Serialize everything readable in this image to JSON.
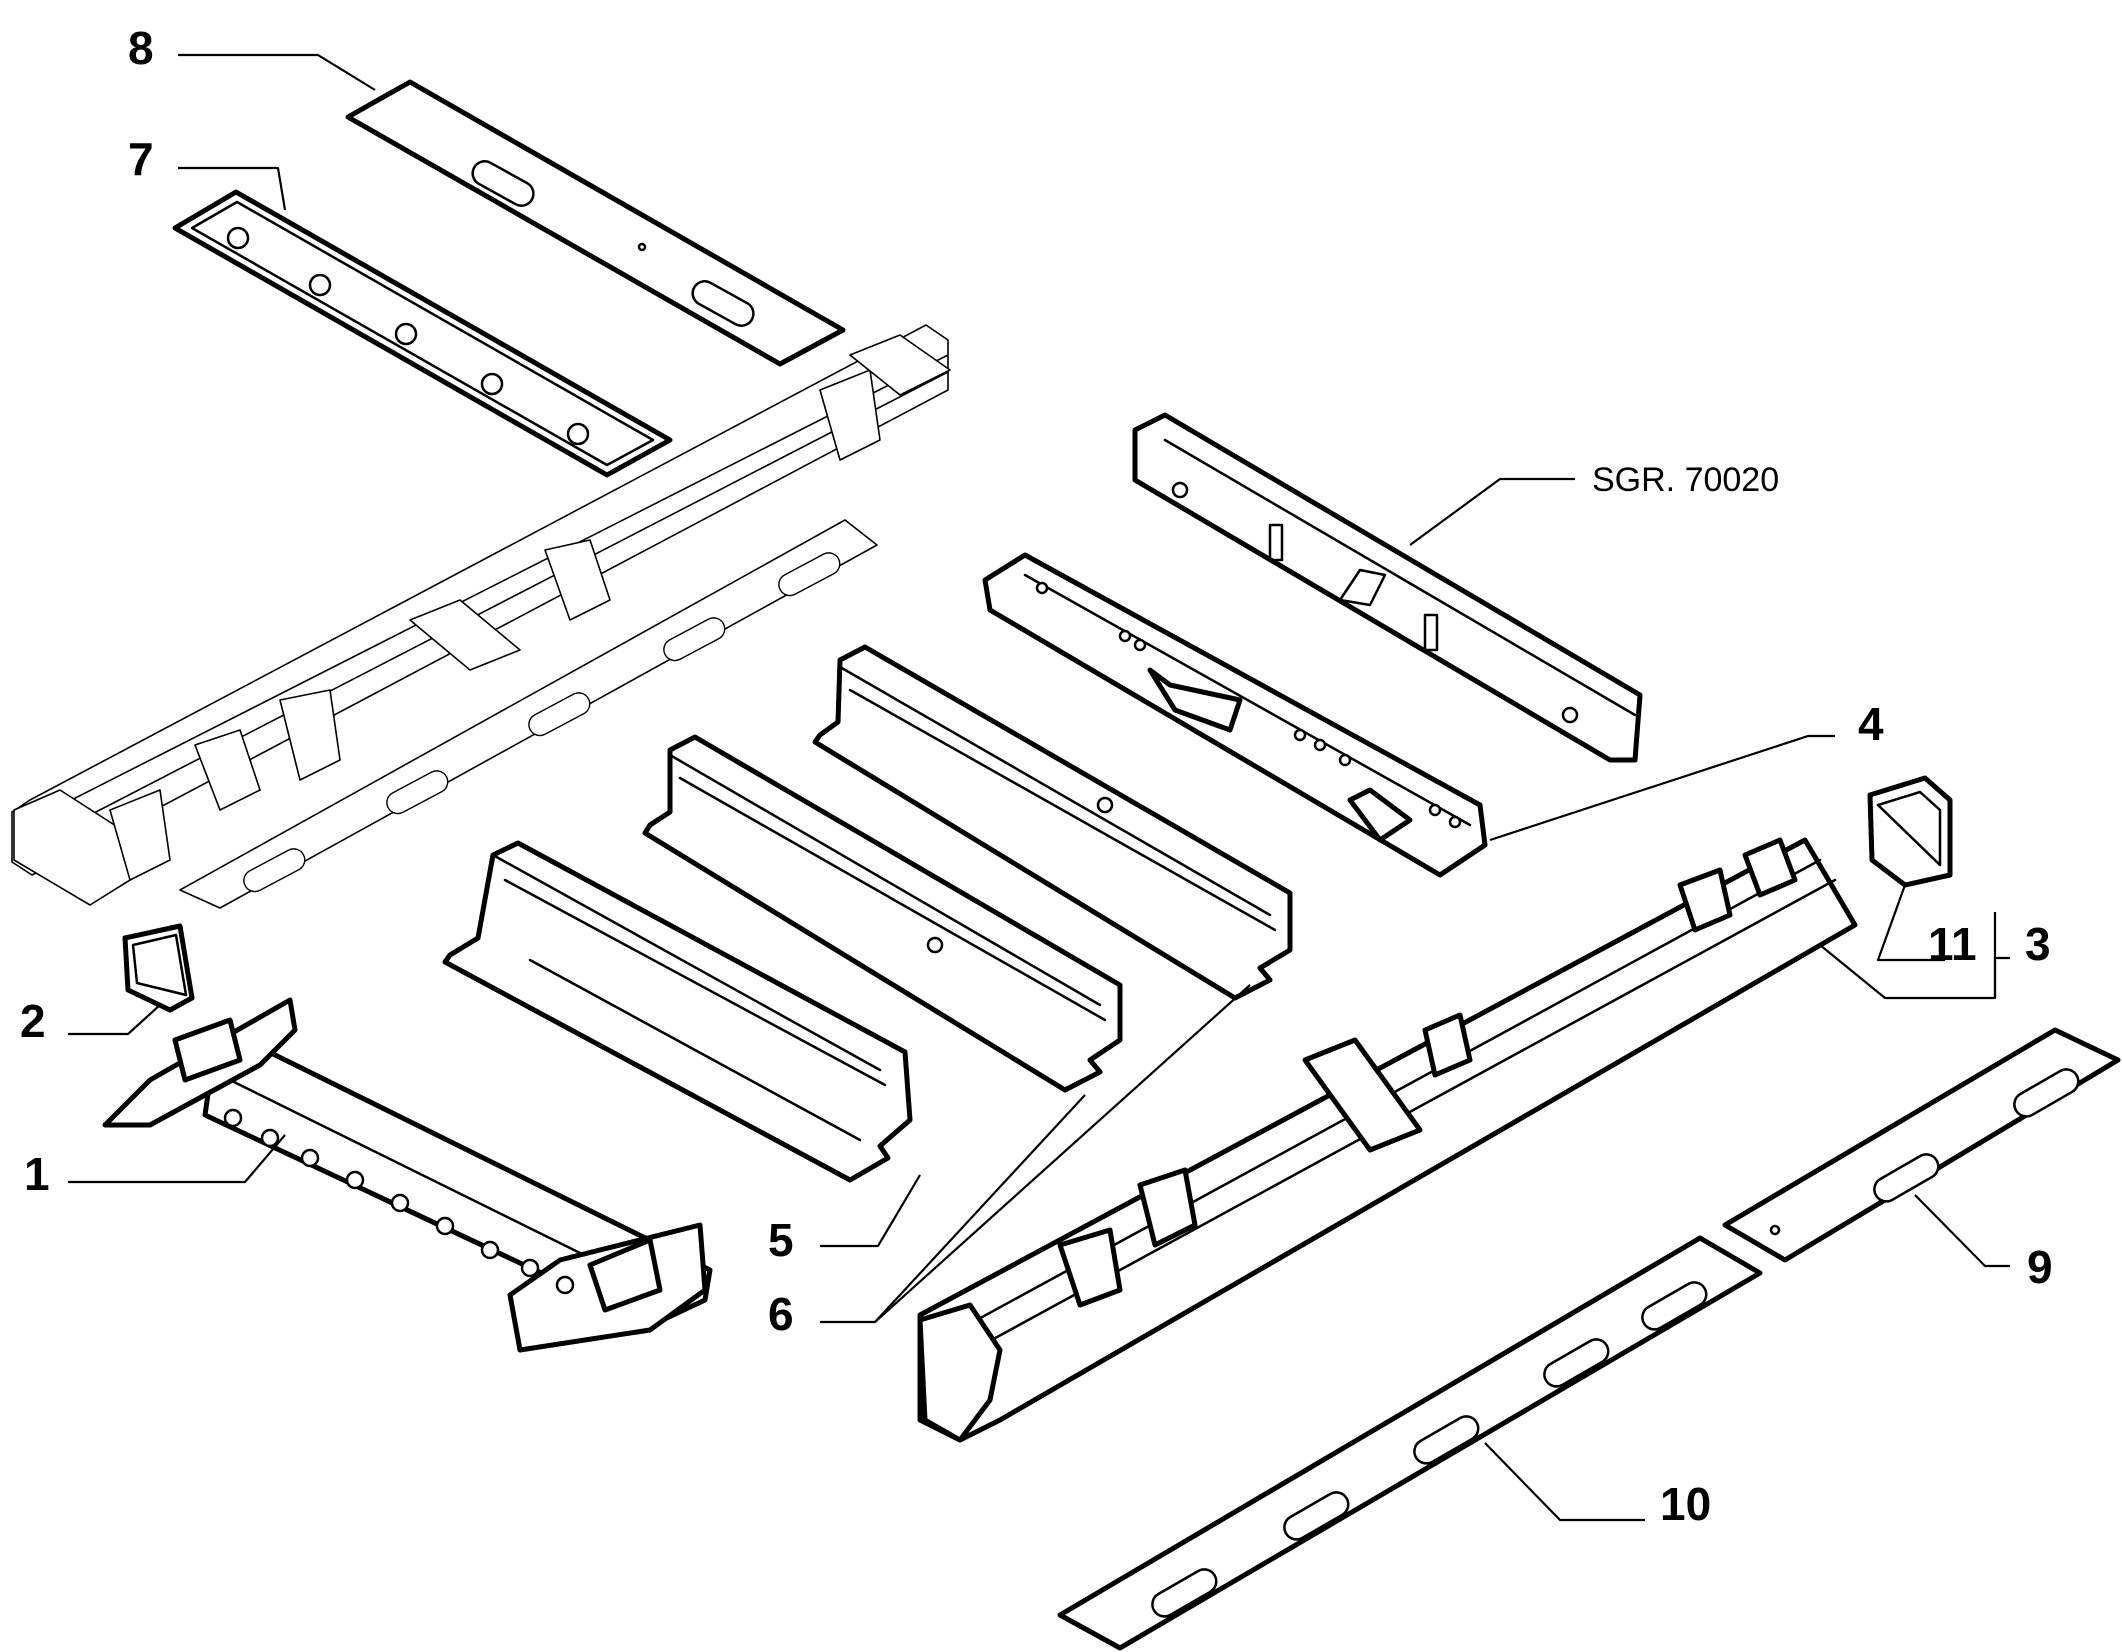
{
  "callouts": [
    {
      "id": "1",
      "label": "1"
    },
    {
      "id": "2",
      "label": "2"
    },
    {
      "id": "3",
      "label": "3"
    },
    {
      "id": "4",
      "label": "4"
    },
    {
      "id": "5",
      "label": "5"
    },
    {
      "id": "6",
      "label": "6"
    },
    {
      "id": "7",
      "label": "7"
    },
    {
      "id": "8",
      "label": "8"
    },
    {
      "id": "9",
      "label": "9"
    },
    {
      "id": "10",
      "label": "10"
    },
    {
      "id": "11",
      "label": "11"
    }
  ],
  "reference": "SGR. 70020"
}
